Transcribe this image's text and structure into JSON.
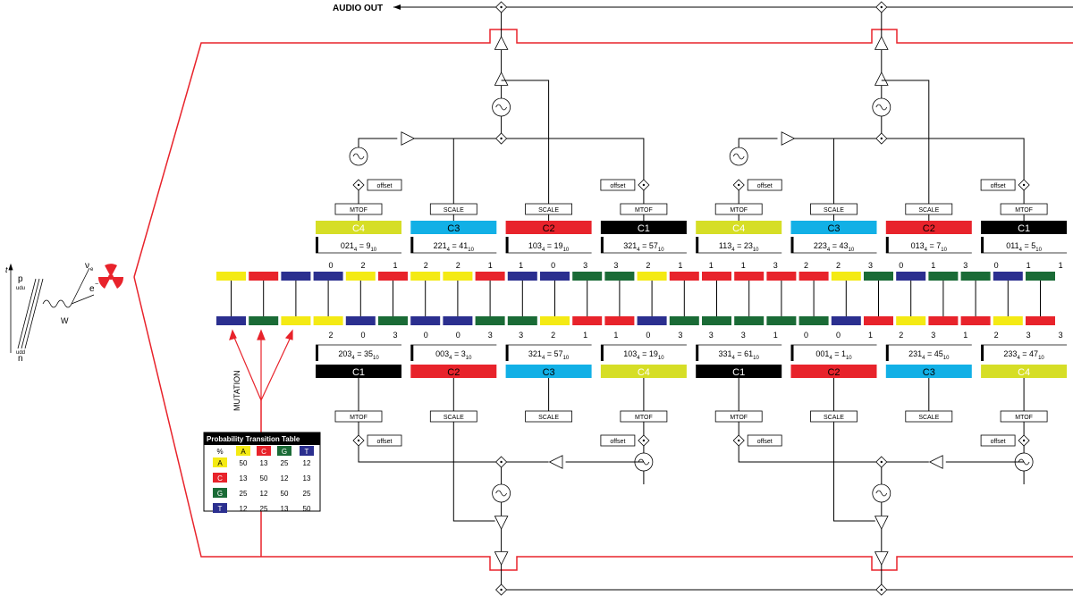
{
  "colors": {
    "A": "#f4ea14",
    "C": "#e8232b",
    "G": "#1a6b36",
    "T": "#2b2f8f",
    "wire": "#e8232b",
    "chord_yellow": "#d6de26",
    "chord_cyan": "#12b0e6",
    "chord_red": "#e8232b",
    "chord_black": "#000000"
  },
  "audio_out_label": "AUDIO OUT",
  "mutation_label": "MUTATION",
  "physics": {
    "p": "p",
    "p_quarks": "udu",
    "n": "n",
    "n_quarks": "udd",
    "w": "W",
    "electron": "e",
    "electron_sup": "−",
    "neutrino": "ν",
    "neutrino_sub": "e",
    "t": "t"
  },
  "labels": {
    "mtof": "MTOF",
    "scale": "SCALE",
    "offset": "offset"
  },
  "table": {
    "title": "Probability Transition Table",
    "corner": "%",
    "bases": [
      "A",
      "C",
      "G",
      "T"
    ],
    "rows": [
      [
        "50",
        "13",
        "25",
        "12"
      ],
      [
        "13",
        "50",
        "12",
        "13"
      ],
      [
        "25",
        "12",
        "50",
        "25"
      ],
      [
        "12",
        "25",
        "13",
        "50"
      ]
    ]
  },
  "top_strand": [
    "A",
    "C",
    "T",
    "T",
    "A",
    "C",
    "A",
    "A",
    "C",
    "T",
    "T",
    "G",
    "G",
    "A",
    "C",
    "C",
    "C",
    "C",
    "C",
    "A",
    "G",
    "T",
    "G",
    "G",
    "T",
    "G"
  ],
  "bottom_strand": [
    "T",
    "G",
    "A",
    "A",
    "T",
    "G",
    "T",
    "T",
    "G",
    "G",
    "A",
    "C",
    "C",
    "T",
    "G",
    "G",
    "G",
    "G",
    "G",
    "T",
    "C",
    "A",
    "C",
    "C",
    "A",
    "C"
  ],
  "top_chords": [
    {
      "label": "C4",
      "color": "chord_yellow",
      "text_color": "#ffffff",
      "digits": [
        "0",
        "2",
        "1"
      ],
      "b4": "021",
      "b10": "9",
      "module": "MTOF"
    },
    {
      "label": "C3",
      "color": "chord_cyan",
      "text_color": "#000000",
      "digits": [
        "2",
        "2",
        "1"
      ],
      "b4": "221",
      "b10": "41",
      "module": "SCALE"
    },
    {
      "label": "C2",
      "color": "chord_red",
      "text_color": "#000000",
      "digits": [
        "1",
        "0",
        "3"
      ],
      "b4": "103",
      "b10": "19",
      "module": "SCALE"
    },
    {
      "label": "C1",
      "color": "chord_black",
      "text_color": "#ffffff",
      "digits": [
        "3",
        "2",
        "1"
      ],
      "b4": "321",
      "b10": "57",
      "module": "MTOF"
    },
    {
      "label": "C4",
      "color": "chord_yellow",
      "text_color": "#ffffff",
      "digits": [
        "1",
        "1",
        "3"
      ],
      "b4": "113",
      "b10": "23",
      "module": "MTOF"
    },
    {
      "label": "C3",
      "color": "chord_cyan",
      "text_color": "#000000",
      "digits": [
        "2",
        "2",
        "3"
      ],
      "b4": "223",
      "b10": "43",
      "module": "SCALE"
    },
    {
      "label": "C2",
      "color": "chord_red",
      "text_color": "#000000",
      "digits": [
        "0",
        "1",
        "3"
      ],
      "b4": "013",
      "b10": "7",
      "module": "SCALE"
    },
    {
      "label": "C1",
      "color": "chord_black",
      "text_color": "#ffffff",
      "digits": [
        "0",
        "1",
        "1"
      ],
      "b4": "011",
      "b10": "5",
      "module": "MTOF"
    }
  ],
  "bottom_chords": [
    {
      "label": "C1",
      "color": "chord_black",
      "text_color": "#ffffff",
      "digits": [
        "2",
        "0",
        "3"
      ],
      "b4": "203",
      "b10": "35",
      "module": "MTOF"
    },
    {
      "label": "C2",
      "color": "chord_red",
      "text_color": "#000000",
      "digits": [
        "0",
        "0",
        "3"
      ],
      "b4": "003",
      "b10": "3",
      "module": "SCALE"
    },
    {
      "label": "C3",
      "color": "chord_cyan",
      "text_color": "#000000",
      "digits": [
        "3",
        "2",
        "1"
      ],
      "b4": "321",
      "b10": "57",
      "module": "SCALE"
    },
    {
      "label": "C4",
      "color": "chord_yellow",
      "text_color": "#ffffff",
      "digits": [
        "1",
        "0",
        "3"
      ],
      "b4": "103",
      "b10": "19",
      "module": "MTOF"
    },
    {
      "label": "C1",
      "color": "chord_black",
      "text_color": "#ffffff",
      "digits": [
        "3",
        "3",
        "1"
      ],
      "b4": "331",
      "b10": "61",
      "module": "MTOF"
    },
    {
      "label": "C2",
      "color": "chord_red",
      "text_color": "#000000",
      "digits": [
        "0",
        "0",
        "1"
      ],
      "b4": "001",
      "b10": "1",
      "module": "SCALE"
    },
    {
      "label": "C3",
      "color": "chord_cyan",
      "text_color": "#000000",
      "digits": [
        "2",
        "3",
        "1"
      ],
      "b4": "231",
      "b10": "45",
      "module": "SCALE"
    },
    {
      "label": "C4",
      "color": "chord_yellow",
      "text_color": "#ffffff",
      "digits": [
        "2",
        "3",
        "3"
      ],
      "b4": "233",
      "b10": "47",
      "module": "MTOF"
    }
  ]
}
